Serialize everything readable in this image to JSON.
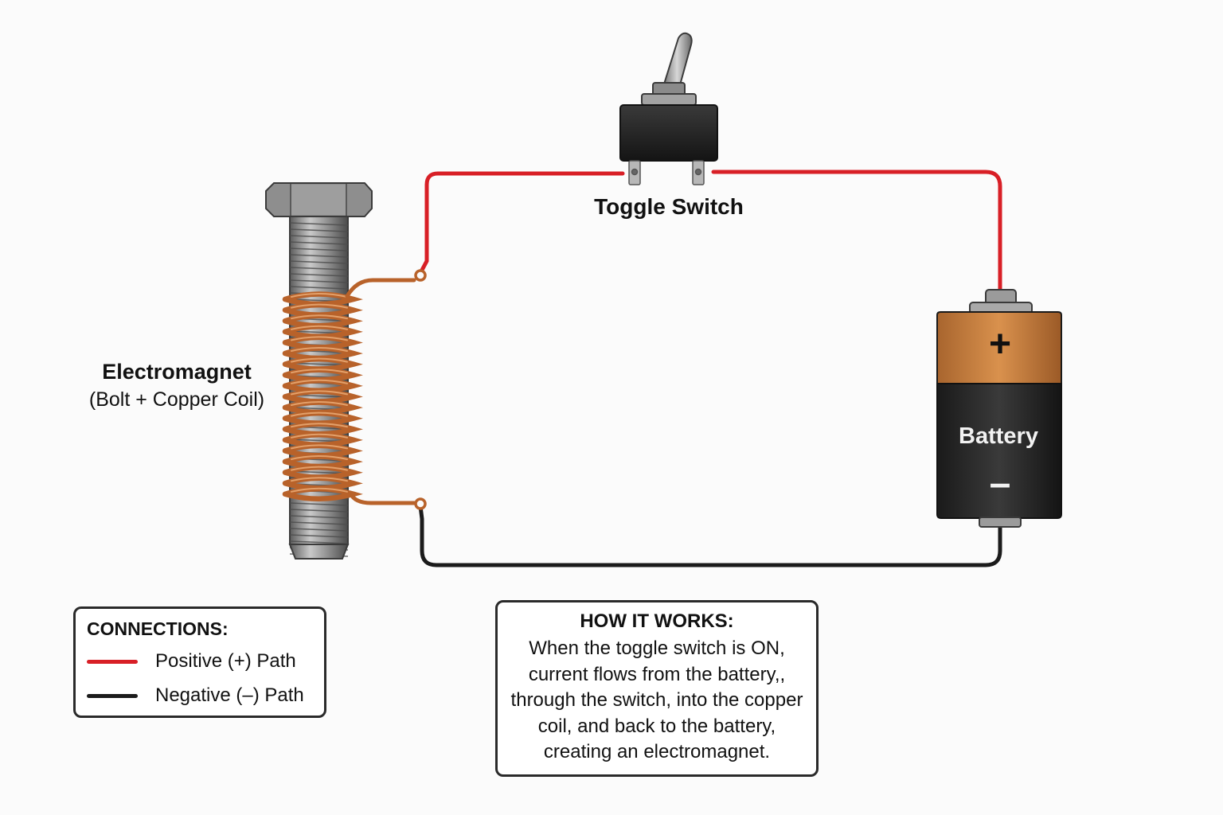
{
  "labels": {
    "toggle_switch": "Toggle Switch",
    "electromagnet_title": "Electromagnet",
    "electromagnet_subtitle": "(Bolt + Copper Coil)",
    "battery": "Battery",
    "battery_plus": "+",
    "battery_minus": "–"
  },
  "legend": {
    "title": "CONNECTIONS:",
    "items": [
      {
        "label": "Positive (+) Path",
        "color": "#d81f26"
      },
      {
        "label": "Negative (–) Path",
        "color": "#1b1b1b"
      }
    ]
  },
  "how_it_works": {
    "title": "HOW IT WORKS:",
    "lines": [
      "When the toggle switch is ON,",
      "current flows from the battery,,",
      "through the switch, into the copper",
      "coil, and back to the battery,",
      "creating an electromagnet."
    ]
  },
  "colors": {
    "positive_wire": "#d81f26",
    "negative_wire": "#1b1b1b",
    "copper": "#b8622a",
    "battery_top": "#c98240",
    "battery_body": "#262626",
    "bolt_steel": "#8d8d8d"
  }
}
